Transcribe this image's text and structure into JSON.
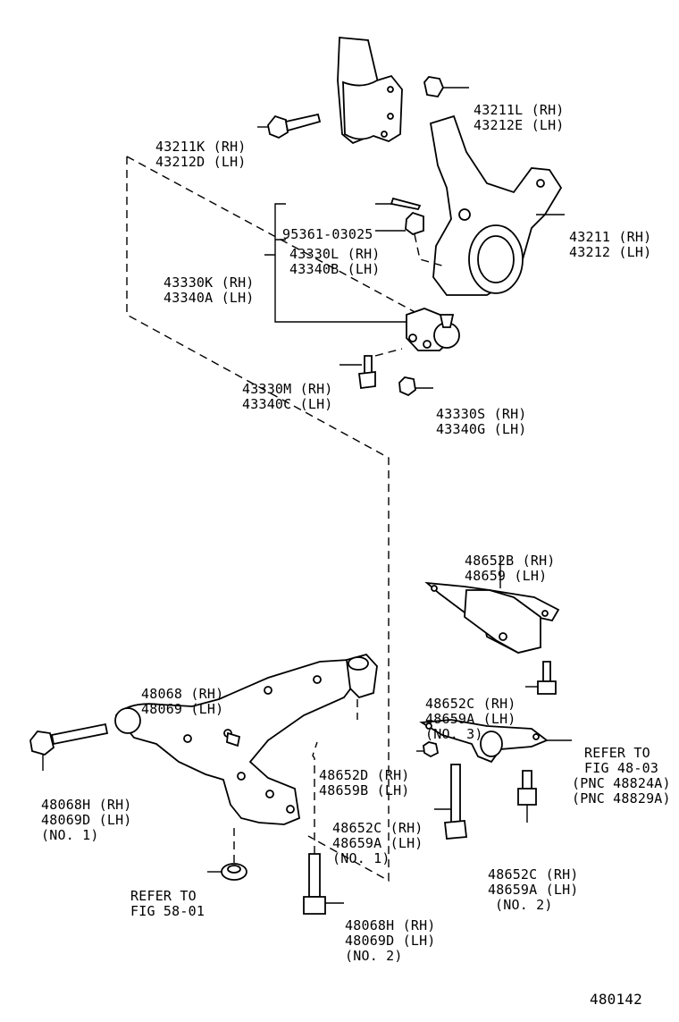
{
  "labels": {
    "l43211L": [
      "43211L (RH)",
      "43212E (LH)"
    ],
    "l43211K": [
      "43211K (RH)",
      "43212D (LH)"
    ],
    "l95361": [
      "95361-03025"
    ],
    "l43330L": [
      "43330L (RH)",
      "43340B (LH)"
    ],
    "l43330K": [
      "43330K (RH)",
      "43340A (LH)"
    ],
    "l43211": [
      "43211 (RH)",
      "43212 (LH)"
    ],
    "l43330M": [
      "43330M (RH)",
      "43340C (LH)"
    ],
    "l43330S": [
      "43330S (RH)",
      "43340G (LH)"
    ],
    "l48652B": [
      "48652B (RH)",
      "48659 (LH)"
    ],
    "l48652Ctop": [
      "48652C (RH)",
      "48659A (LH)",
      "(NO. 3)"
    ],
    "l48068": [
      "48068 (RH)",
      "48069 (LH)"
    ],
    "lRefer48": [
      "REFER TO",
      "FIG 48-03",
      "(PNC 48824A)",
      "(PNC 48829A)"
    ],
    "l48068H": [
      "48068H (RH)",
      "48069D (LH)",
      "(NO. 1)"
    ],
    "l48652D": [
      "48652D (RH)",
      "48659B (LH)"
    ],
    "l48652Cno1": [
      "48652C (RH)",
      "48659A (LH)",
      "(NO. 1)"
    ],
    "l48652Cno2": [
      "48652C (RH)",
      "48659A (LH)",
      "(NO. 2)"
    ],
    "lRefer58": [
      "REFER TO",
      "FIG 58-01"
    ],
    "l48068Hno2": [
      "48068H (RH)",
      "48069D (LH)",
      "(NO. 2)"
    ]
  },
  "figure_number": "480142"
}
